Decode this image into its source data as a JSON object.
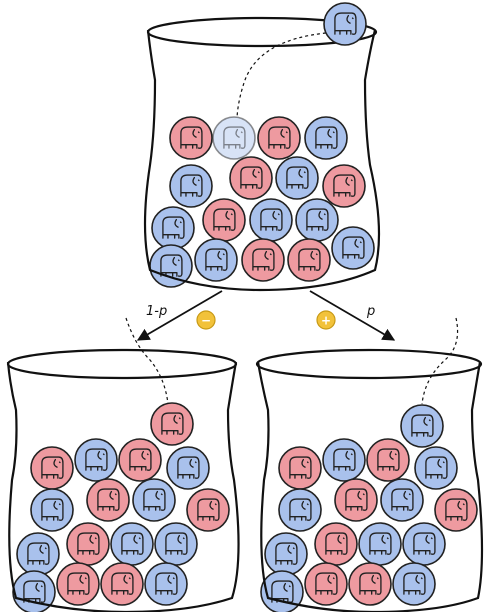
{
  "labels": {
    "left_branch": "1-p",
    "right_branch": "p"
  },
  "coins": {
    "minus_symbol": "−",
    "plus_symbol": "+",
    "color": "#f2c23a"
  },
  "colors": {
    "red_ball": "#ee9aa0",
    "blue_ball": "#a9c1ec",
    "outline": "#222222"
  },
  "top_urn": {
    "flying_ball": "blue",
    "ghost_ball": "blue-faded",
    "balls": [
      "red",
      "blue-faded",
      "red",
      "blue",
      "blue",
      "red",
      "blue",
      "red",
      "blue",
      "red",
      "blue",
      "blue",
      "blue",
      "blue",
      "red",
      "red",
      "blue"
    ]
  },
  "bottom_left_urn": {
    "added_ball": "red",
    "balls": [
      "red",
      "red",
      "blue",
      "red",
      "blue",
      "blue",
      "red",
      "blue",
      "red",
      "blue",
      "red",
      "blue",
      "blue",
      "blue",
      "red",
      "red",
      "blue"
    ]
  },
  "bottom_right_urn": {
    "added_ball": "blue",
    "balls": [
      "blue",
      "red",
      "blue",
      "red",
      "blue",
      "blue",
      "red",
      "blue",
      "red",
      "blue",
      "red",
      "blue",
      "blue",
      "blue",
      "red",
      "red",
      "blue"
    ]
  }
}
